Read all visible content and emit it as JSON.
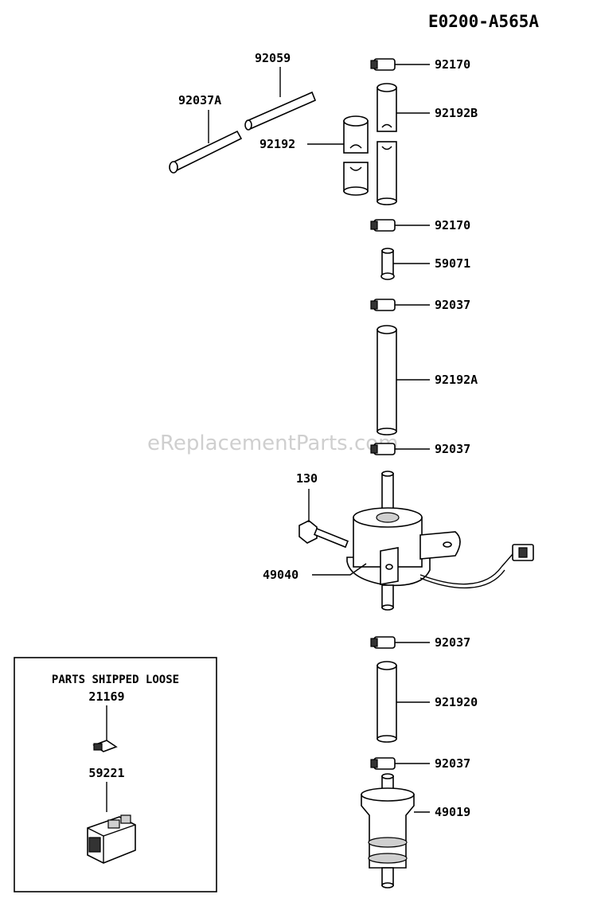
{
  "diagram_code": "E0200-A565A",
  "watermark": "eReplacementParts.com",
  "parts_box": {
    "title": "PARTS SHIPPED LOOSE",
    "items": [
      "21169",
      "59221"
    ]
  },
  "labels": [
    "92059",
    "92037A",
    "92192",
    "92170",
    "92192B",
    "92170",
    "59071",
    "92037",
    "92192A",
    "92037",
    "130",
    "49040",
    "92037",
    "921920",
    "92037",
    "49019"
  ],
  "colors": {
    "line": "#000000",
    "shade": "#cfcfcf",
    "watermark": "#cfcfcf"
  }
}
